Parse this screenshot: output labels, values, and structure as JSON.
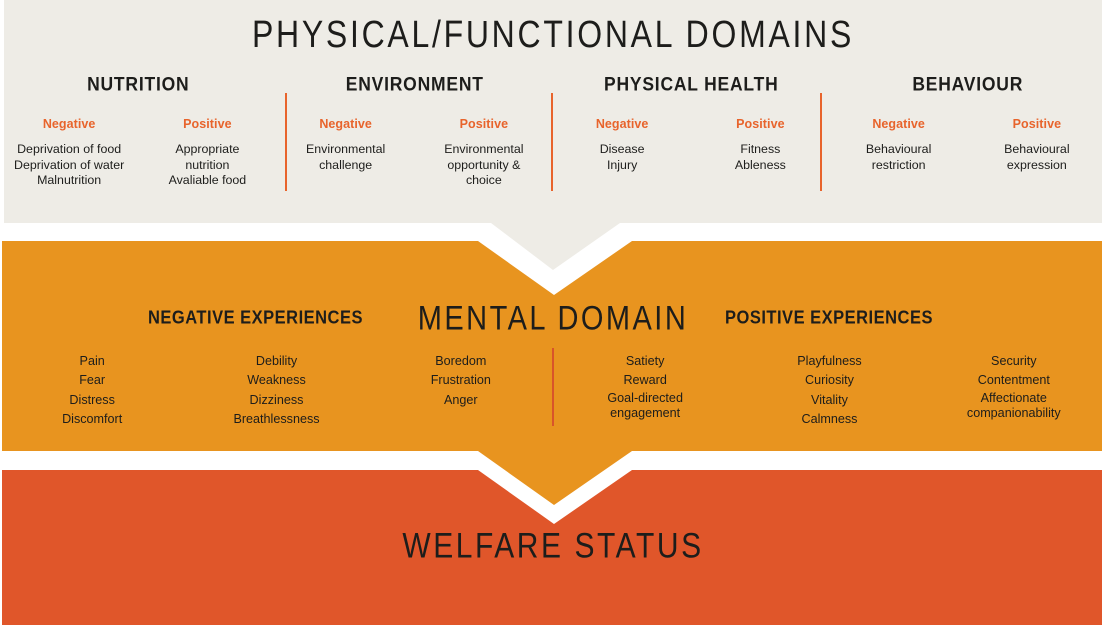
{
  "colors": {
    "panel_physical_bg": "#eeece6",
    "panel_mental_bg": "#e8941f",
    "panel_welfare_bg": "#e0562a",
    "accent_orange": "#e8642c",
    "text_dark": "#1d1d1b",
    "page_bg": "#ffffff"
  },
  "physical_panel": {
    "title": "PHYSICAL/FUNCTIONAL DOMAINS",
    "domains": [
      {
        "name": "NUTRITION",
        "negative": {
          "label": "Negative",
          "items": [
            "Deprivation of food",
            "Deprivation of water",
            "Malnutrition"
          ]
        },
        "positive": {
          "label": "Positive",
          "items": [
            "Appropriate",
            "nutrition",
            "Avaliable food"
          ]
        }
      },
      {
        "name": "ENVIRONMENT",
        "negative": {
          "label": "Negative",
          "items": [
            "Environmental",
            "challenge"
          ]
        },
        "positive": {
          "label": "Positive",
          "items": [
            "Environmental",
            "opportunity &",
            "choice"
          ]
        }
      },
      {
        "name": "PHYSICAL HEALTH",
        "negative": {
          "label": "Negative",
          "items": [
            "Disease",
            "Injury"
          ]
        },
        "positive": {
          "label": "Positive",
          "items": [
            "Fitness",
            "Ableness"
          ]
        }
      },
      {
        "name": "BEHAVIOUR",
        "negative": {
          "label": "Negative",
          "items": [
            "Behavioural",
            "restriction"
          ]
        },
        "positive": {
          "label": "Positive",
          "items": [
            "Behavioural",
            "expression"
          ]
        }
      }
    ]
  },
  "mental_panel": {
    "title": "MENTAL DOMAIN",
    "negative_header": "NEGATIVE EXPERIENCES",
    "positive_header": "POSITIVE EXPERIENCES",
    "negative_columns": [
      [
        "Pain",
        "Fear",
        "Distress",
        "Discomfort"
      ],
      [
        "Debility",
        "Weakness",
        "Dizziness",
        "Breathlessness"
      ],
      [
        "Boredom",
        "Frustration",
        "Anger"
      ]
    ],
    "positive_columns": [
      [
        "Satiety",
        "Reward",
        "Goal-directed",
        "engagement"
      ],
      [
        "Playfulness",
        "Curiosity",
        "Vitality",
        "Calmness"
      ],
      [
        "Security",
        "Contentment",
        "Affectionate",
        "companionability"
      ]
    ]
  },
  "welfare_panel": {
    "title": "WELFARE STATUS"
  }
}
